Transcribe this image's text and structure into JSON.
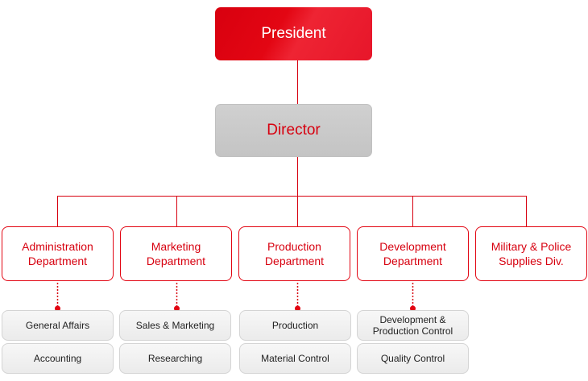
{
  "president": "President",
  "director": "Director",
  "departments": [
    {
      "label": "Administration Department",
      "subs": [
        "General Affairs",
        "Accounting"
      ]
    },
    {
      "label": "Marketing Department",
      "subs": [
        "Sales & Marketing",
        "Researching"
      ]
    },
    {
      "label": "Production Department",
      "subs": [
        "Production",
        "Material Control"
      ]
    },
    {
      "label": "Development Department",
      "subs": [
        "Development & Production Control",
        "Quality Control"
      ]
    },
    {
      "label": "Military & Police Supplies Div.",
      "subs": []
    }
  ],
  "colors": {
    "accent": "#e20613",
    "line": "#d7000f",
    "gray_box": "#c8c8c8"
  }
}
